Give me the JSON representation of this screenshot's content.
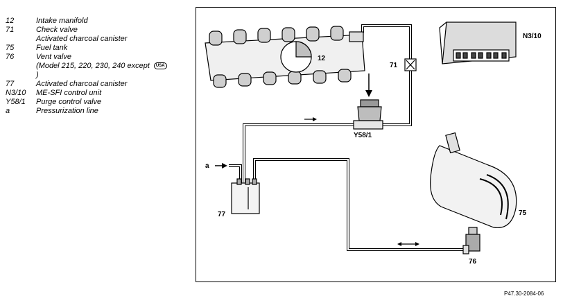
{
  "legend": [
    {
      "code": "12",
      "desc": "Intake manifold"
    },
    {
      "code": "71",
      "desc": "Check valve"
    },
    {
      "code": "",
      "desc": "Activated charcoal canister"
    },
    {
      "code": "75",
      "desc": "Fuel tank"
    },
    {
      "code": "76",
      "desc": "Vent valve"
    },
    {
      "code": "",
      "desc": "(Model 215, 220, 230, 240 except"
    },
    {
      "code": "",
      "desc": ")"
    },
    {
      "code": "77",
      "desc": "Activated charcoal canister"
    },
    {
      "code": "N3/10",
      "desc": "ME-SFI control unit"
    },
    {
      "code": "Y58/1",
      "desc": "Purge control valve"
    },
    {
      "code": "a",
      "desc": "Pressurization line"
    }
  ],
  "usa_badge": "USA",
  "diagram_labels": {
    "intake_manifold": "12",
    "control_unit": "N3/10",
    "check_valve": "71",
    "purge_valve": "Y58/1",
    "pressurization_line": "a",
    "charcoal_canister": "77",
    "fuel_tank": "75",
    "vent_valve": "76"
  },
  "reference_number": "P47.30-2084-06"
}
